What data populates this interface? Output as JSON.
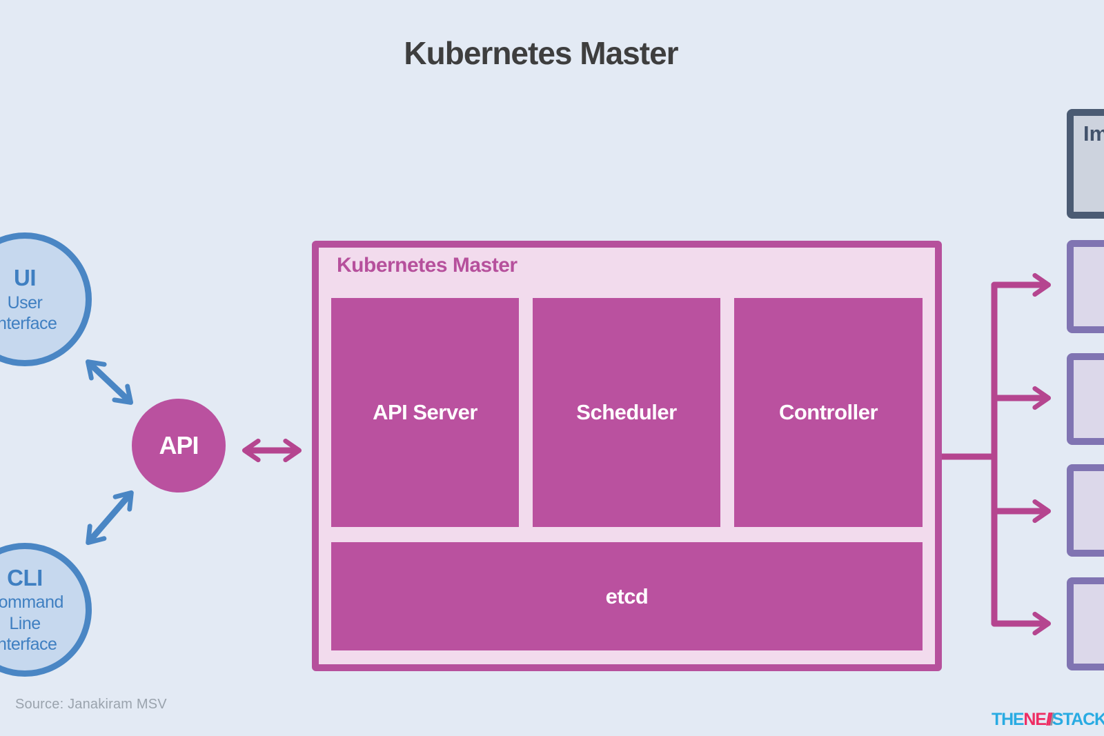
{
  "title": "Kubernetes Master",
  "left_nodes": {
    "ui": {
      "abbr": "UI",
      "line1": "User",
      "line2": "Interface"
    },
    "cli": {
      "abbr": "CLI",
      "line1": "Command",
      "line2": "Line",
      "line3": "Interface"
    },
    "api": {
      "label": "API"
    }
  },
  "master": {
    "label": "Kubernetes Master",
    "components": [
      {
        "label": "API Server"
      },
      {
        "label": "Scheduler"
      },
      {
        "label": "Controller"
      }
    ],
    "storage": {
      "label": "etcd"
    }
  },
  "right_panel": {
    "registry": {
      "label": "Im"
    },
    "node_count": "4"
  },
  "footer": {
    "source": "Source: Janakiram MSV",
    "brand": {
      "the": "THE",
      "ne": "NE",
      "slash1": "/",
      "slash2": "/",
      "slash3": "/",
      "stack": "STACK"
    }
  },
  "colors": {
    "background": "#e3eaf4",
    "blue": "#4a86c4",
    "blue_fill": "#c6d8ee",
    "blue_text": "#3f7fc1",
    "magenta": "#ba519f",
    "magenta_line": "#b5458f",
    "magenta_border": "#b6509c",
    "pink_fill": "#f2dbed",
    "purple_border": "#8074b2",
    "purple_fill": "#dcd8ea",
    "slate_border": "#4b5b73",
    "slate_fill": "#cdd3de",
    "title_text": "#3e3e3e",
    "source_text": "#9aa3ad",
    "brand_cyan": "#29abe2",
    "brand_pink": "#ee2d63"
  }
}
